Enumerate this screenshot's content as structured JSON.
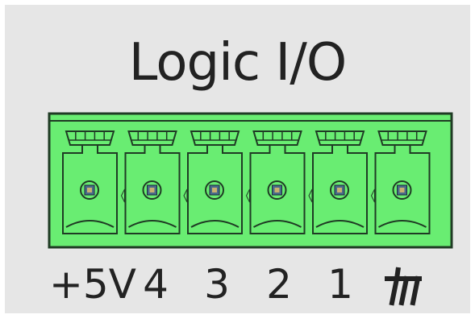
{
  "title": "Logic I/O",
  "colors": {
    "background": "#e6e6e6",
    "connector_body": "#69ed72",
    "connector_outline": "#1f3b24",
    "text": "#222222"
  },
  "pins": [
    {
      "label": "+5V",
      "icon": "none"
    },
    {
      "label": "4",
      "icon": "none"
    },
    {
      "label": "3",
      "icon": "none"
    },
    {
      "label": "2",
      "icon": "none"
    },
    {
      "label": "1",
      "icon": "none"
    },
    {
      "label": "",
      "icon": "chassis-ground-icon"
    }
  ]
}
